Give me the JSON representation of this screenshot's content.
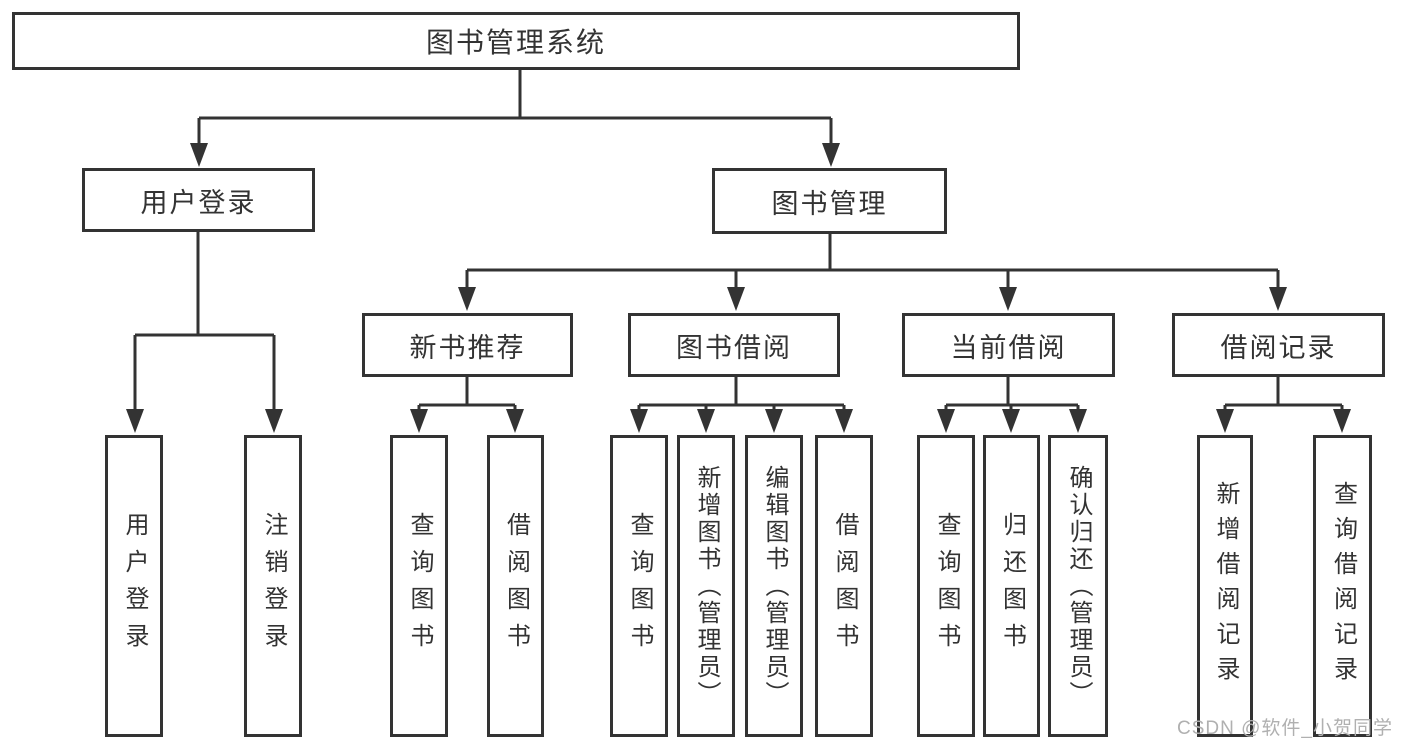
{
  "tree": {
    "label": "图书管理系统",
    "children": [
      {
        "label": "用户登录",
        "children": [
          {
            "label": "用户登录"
          },
          {
            "label": "注销登录"
          }
        ]
      },
      {
        "label": "图书管理",
        "children": [
          {
            "label": "新书推荐",
            "children": [
              {
                "label": "查询图书"
              },
              {
                "label": "借阅图书"
              }
            ]
          },
          {
            "label": "图书借阅",
            "children": [
              {
                "label": "查询图书"
              },
              {
                "label": "新增图书（管理员）"
              },
              {
                "label": "编辑图书（管理员）"
              },
              {
                "label": "借阅图书"
              }
            ]
          },
          {
            "label": "当前借阅",
            "children": [
              {
                "label": "查询图书"
              },
              {
                "label": "归还图书"
              },
              {
                "label": "确认归还（管理员）"
              }
            ]
          },
          {
            "label": "借阅记录",
            "children": [
              {
                "label": "新增借阅记录"
              },
              {
                "label": "查询借阅记录"
              }
            ]
          }
        ]
      }
    ]
  },
  "watermark": {
    "text": "CSDN @软件_小贺同学"
  },
  "colors": {
    "line": "#333333",
    "box_background": "#ffffff",
    "page_background": "#ffffff",
    "watermark": "#b0b0b0"
  }
}
